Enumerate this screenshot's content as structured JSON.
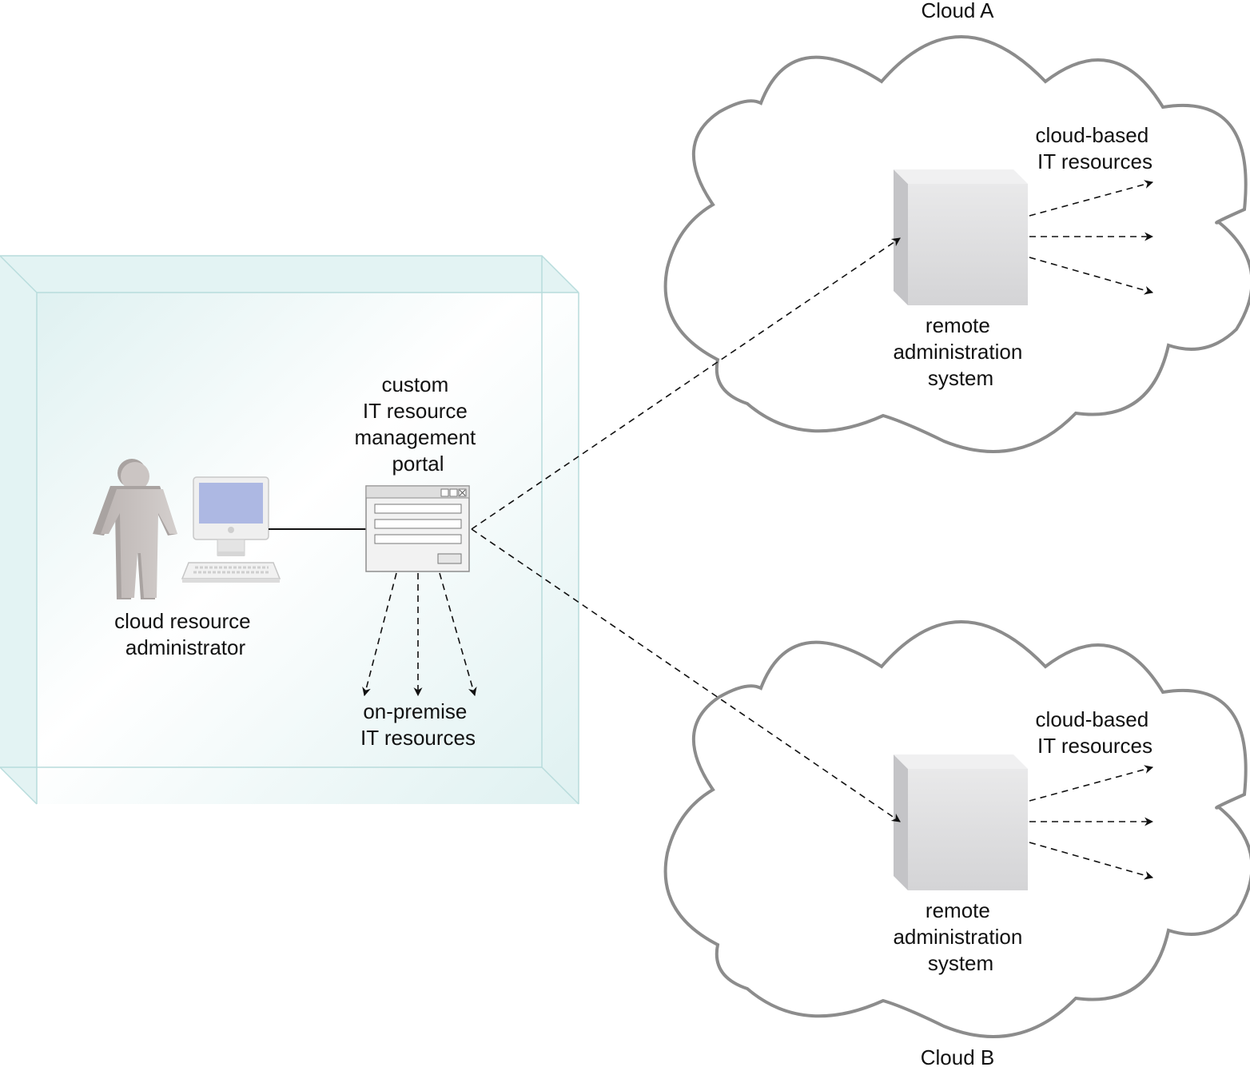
{
  "labels": {
    "cloud_a": "Cloud A",
    "cloud_b": "Cloud B",
    "cloud_resources_a": [
      "cloud-based",
      "IT resources"
    ],
    "cloud_resources_b": [
      "cloud-based",
      "IT resources"
    ],
    "remote_admin_a": [
      "remote",
      "administration",
      "system"
    ],
    "remote_admin_b": [
      "remote",
      "administration",
      "system"
    ],
    "portal": [
      "custom",
      "IT resource",
      "management",
      "portal"
    ],
    "administrator": [
      "cloud resource",
      "administrator"
    ],
    "on_premise": [
      "on-premise",
      "IT resources"
    ]
  },
  "colors": {
    "premise_fill": "#e6f4f4",
    "premise_edge": "#b8dcdc",
    "cloud_outline": "#8c8c8c",
    "server_face": "#dcdcde",
    "person": "#c9c3c1",
    "screen": "#adb8e3"
  },
  "icons": {
    "person": "person-icon",
    "workstation": "workstation-icon",
    "portal": "portal-window-icon",
    "server": "server-box-icon"
  }
}
